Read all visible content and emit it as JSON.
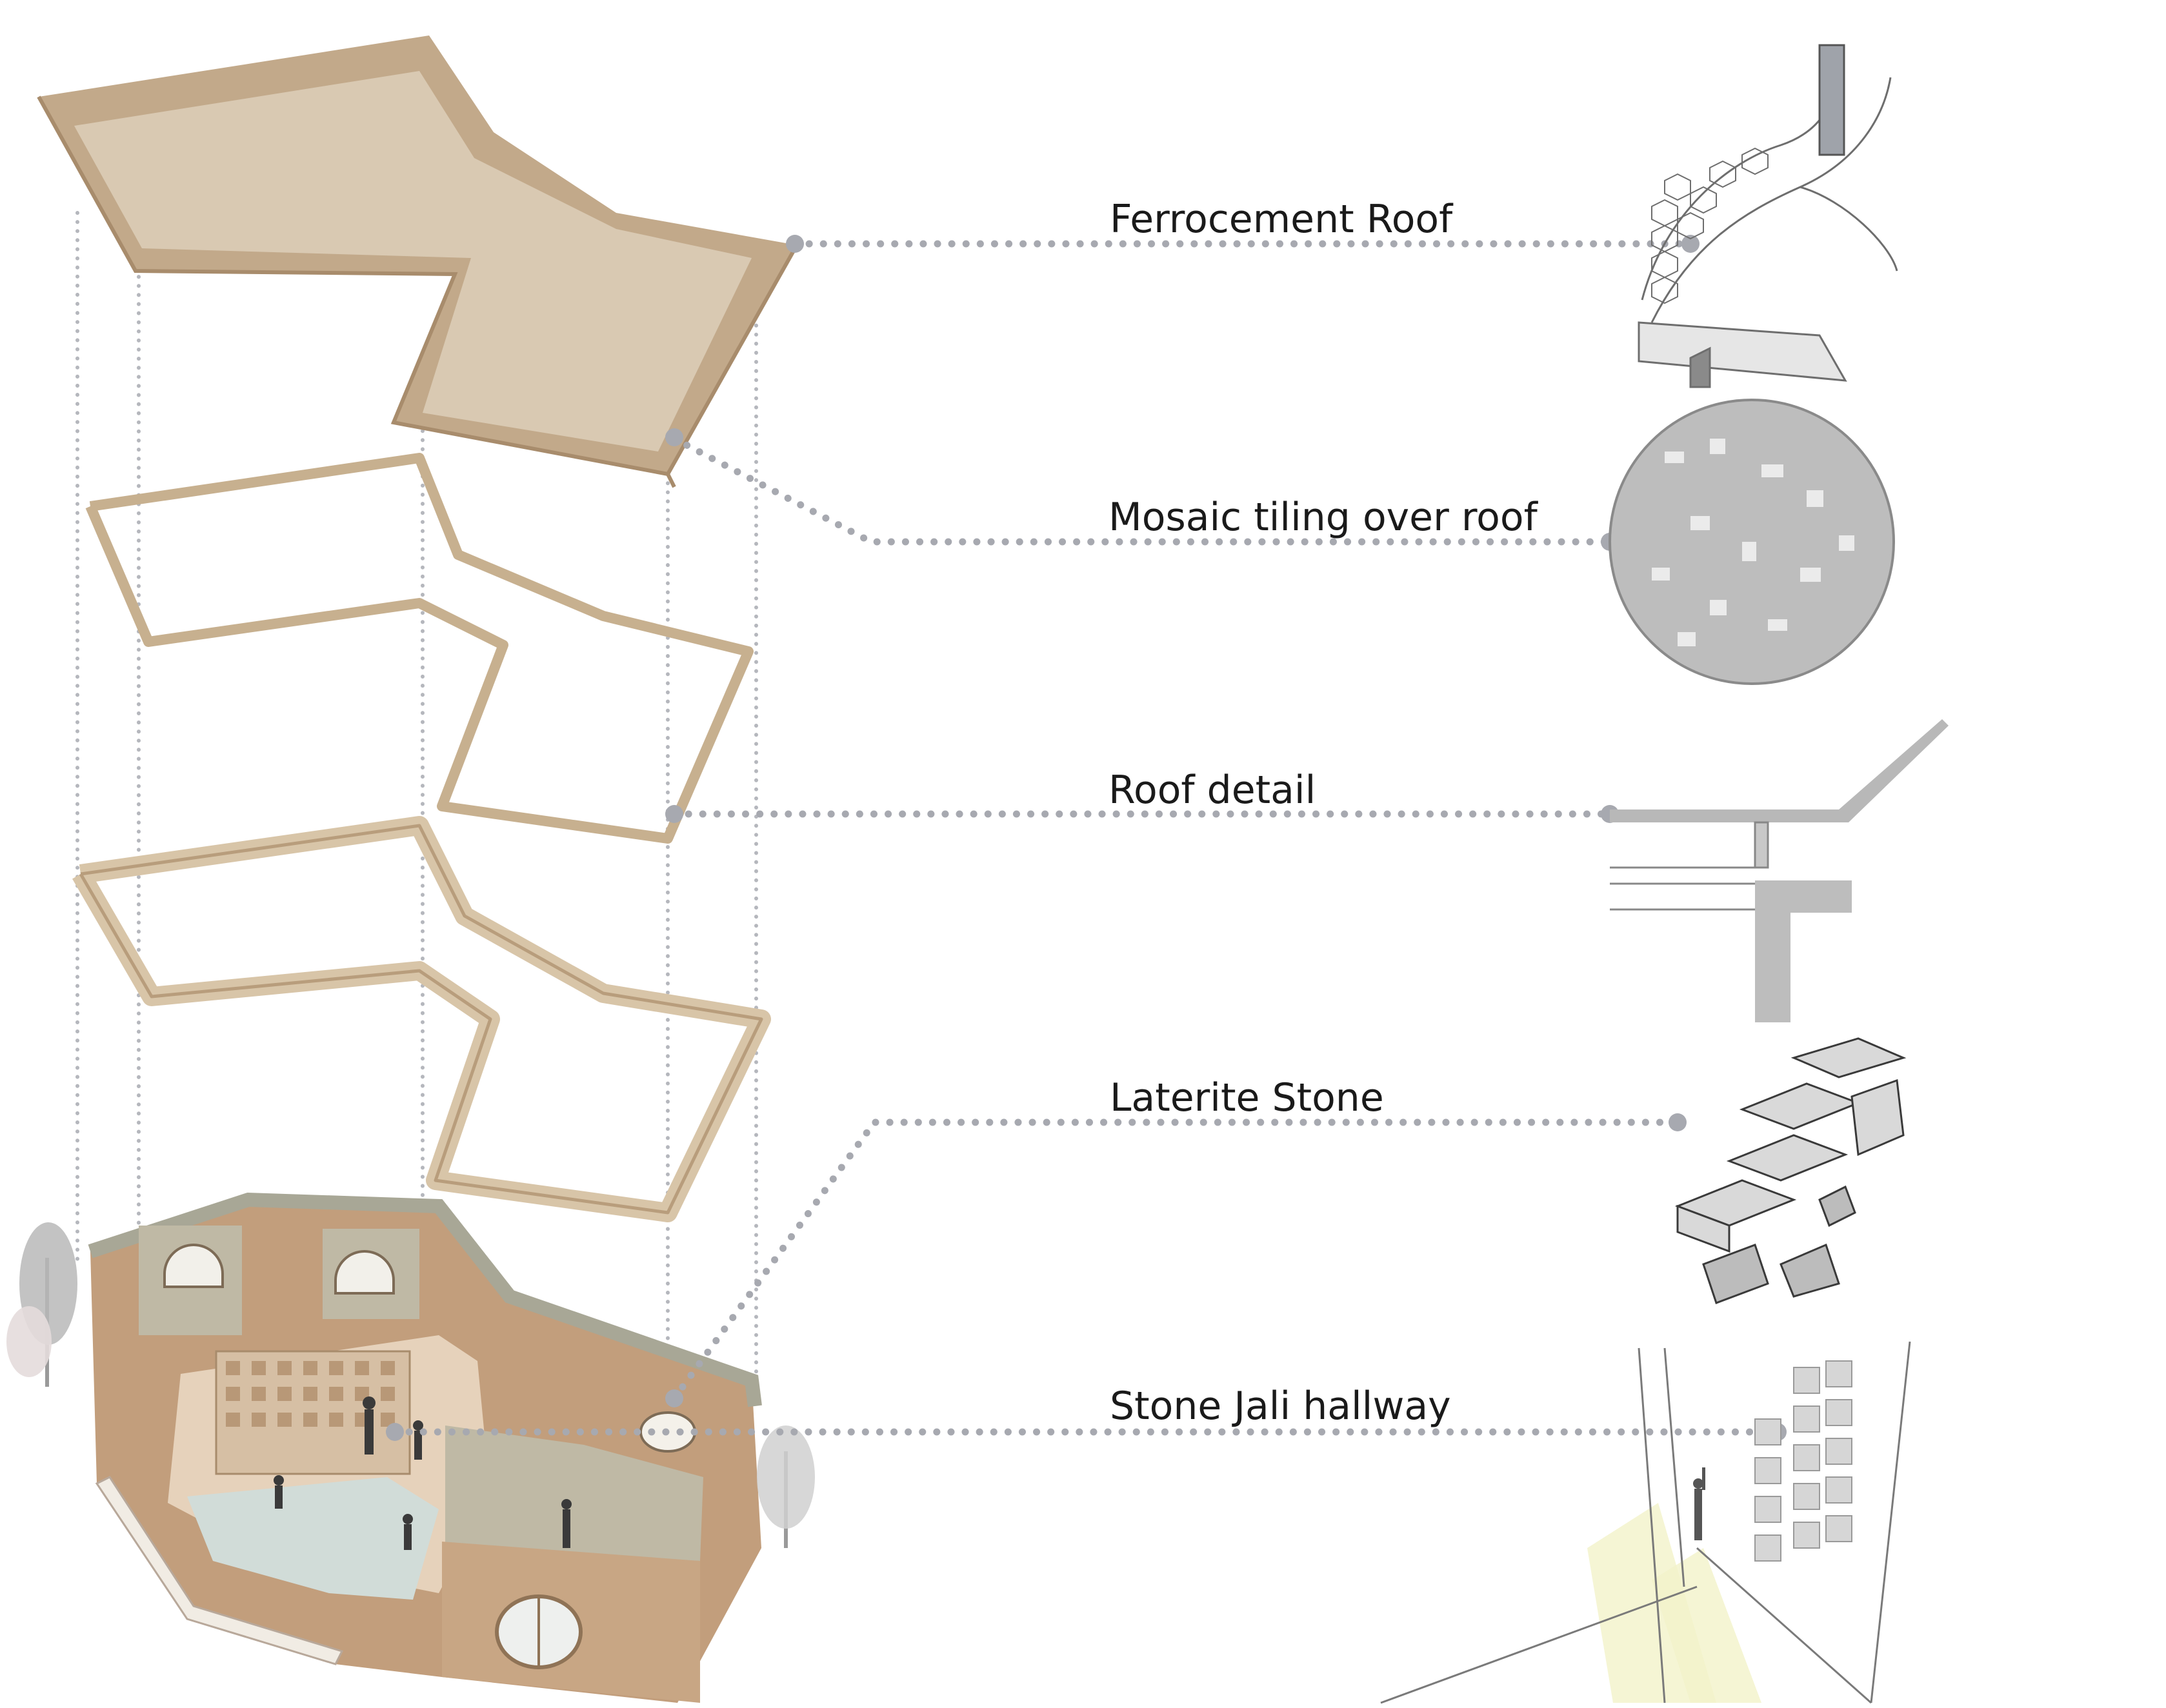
{
  "callouts": [
    {
      "id": "ferrocement",
      "label": "Ferrocement Roof"
    },
    {
      "id": "mosaic",
      "label": "Mosaic tiling over roof"
    },
    {
      "id": "roof-detail",
      "label": "Roof detail"
    },
    {
      "id": "laterite",
      "label": "Laterite Stone"
    },
    {
      "id": "jali",
      "label": "Stone Jali hallway"
    }
  ],
  "colors": {
    "roof_fill": "#d9c9b2",
    "roof_edge": "#c2a98a",
    "frame": "#c7b08f",
    "wall": "#c29e7c",
    "wall_top": "#a8a796",
    "floor": "#e6d2bb",
    "pool": "#d1dcd8",
    "leader": "#a7a9b0",
    "sketch": "#6e6e6e"
  }
}
